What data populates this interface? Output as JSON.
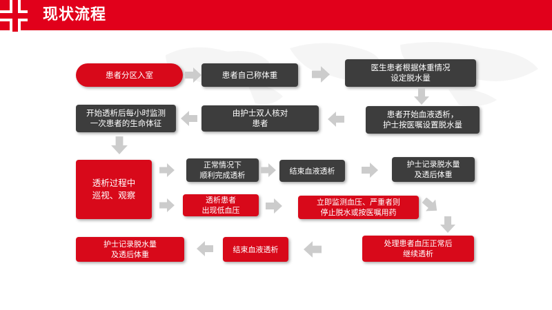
{
  "header": {
    "title": "现状流程"
  },
  "colors": {
    "accent": "#e1001b",
    "box_red": "#d8091a",
    "box_dark": "#3d3d3d",
    "arrow": "#cccccc"
  },
  "steps": {
    "s1": "患者分区入室",
    "s2": "患者自己称体重",
    "s3": "医生患者根据体重情况\n设定脱水量",
    "s4": "患者开始血液透析，\n护士按医嘱设置脱水量",
    "s5": "由护士双人核对\n患者",
    "s6": "开始透析后每小时监测\n一次患者的生命体征",
    "s7": "透析过程中\n巡视、观察",
    "s8": "正常情况下\n顺利完成透析",
    "s9": "结束血液透析",
    "s10": "护士记录脱水量\n及透后体重",
    "s11": "透析患者\n出现低血压",
    "s12": "立即监测血压、严重者则\n停止脱水或按医嘱用药",
    "s13": "处理患者血压正常后\n继续透析",
    "s14": "结束血液透析",
    "s15": "护士记录脱水量\n及透后体重"
  }
}
